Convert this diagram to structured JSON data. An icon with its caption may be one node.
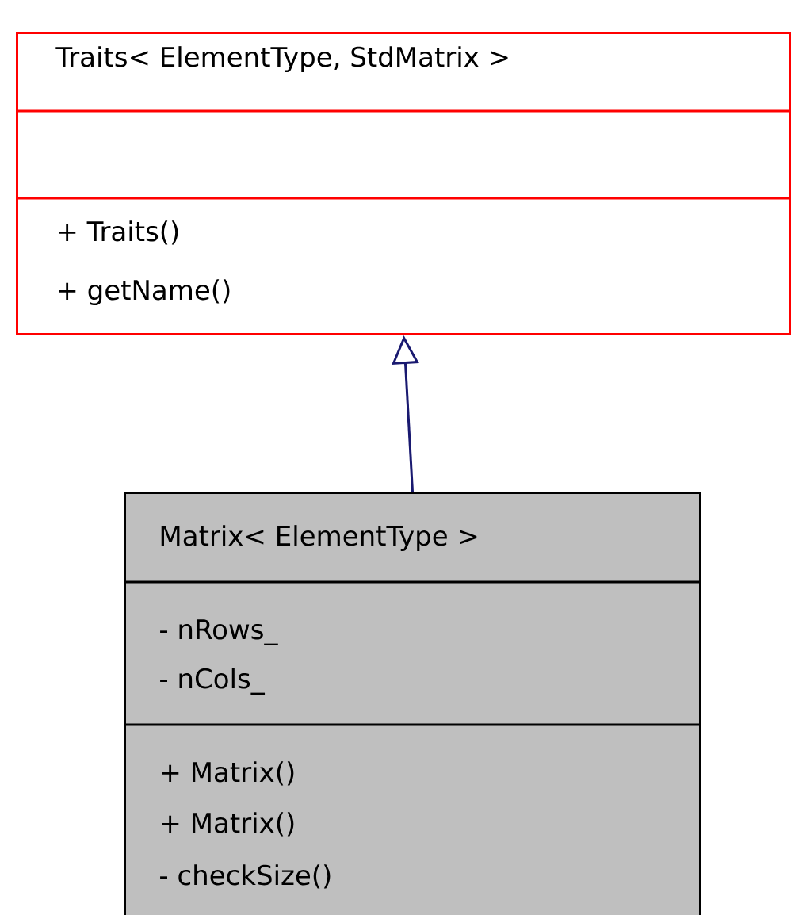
{
  "diagram": {
    "nodes": [
      {
        "text": [
          "Traits< ElementType, StdMatrix >",
          "+ Traits()",
          "+ getName()"
        ]
      },
      {
        "text": [
          "Matrix< ElementType >",
          "- nRows_",
          "- nCols_",
          "+ Matrix()",
          "+ Matrix()",
          "- checkSize()"
        ]
      }
    ],
    "edges": [
      {
        "from": 1,
        "to": 0,
        "arrow": "to",
        "color": "#191970"
      }
    ]
  }
}
